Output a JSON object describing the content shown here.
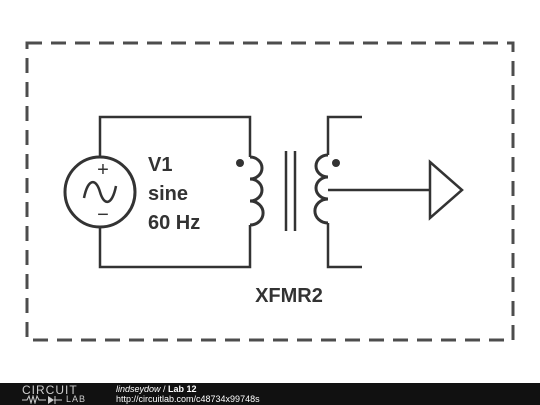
{
  "circuit": {
    "source": {
      "name": "V1",
      "type": "sine",
      "frequency": "60 Hz",
      "plus_symbol": "+",
      "minus_symbol": "−"
    },
    "transformer": {
      "name": "XFMR2"
    }
  },
  "footer": {
    "brand_top": "CIRCUIT",
    "brand_bottom": "LAB",
    "user": "lindseydow",
    "separator": " / ",
    "title": "Lab 12",
    "url": "http://circuitlab.com/c48734x99748s"
  },
  "icons": {
    "source": "sine-voltage-source-icon",
    "transformer": "transformer-icon",
    "output": "output-arrow-icon"
  }
}
